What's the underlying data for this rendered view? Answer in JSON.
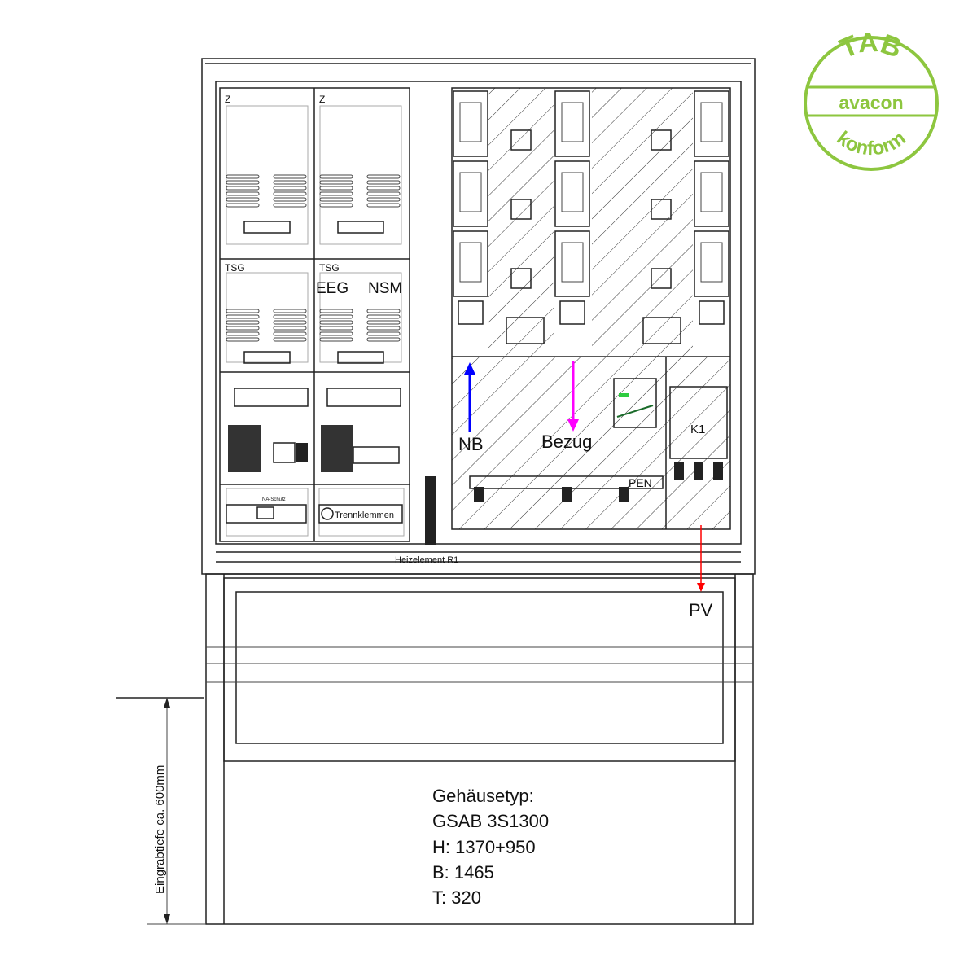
{
  "labels": {
    "meter_z_left": "Z",
    "meter_z_right": "Z",
    "tsg_left": "TSG",
    "tsg_right": "TSG",
    "eeg": "EEG",
    "nsm": "NSM",
    "na_schutz": "NA-Schutz",
    "trennklemmen": "Trennklemmen",
    "nb": "NB",
    "bezug": "Bezug",
    "pen": "PEN",
    "k1": "K1",
    "heizelement": "Heizelement R1",
    "pv": "PV",
    "depth": "Eingrabtiefe ca. 600mm"
  },
  "specs": {
    "title": "Gehäusetyp:",
    "type": "GSAB 3S1300",
    "height": "H: 1370+950",
    "width": "B: 1465",
    "depth": "T: 320"
  },
  "logo": {
    "top": "TAB",
    "middle": "avacon",
    "bottom": "konform",
    "color": "#8dc63f"
  },
  "colors": {
    "nb_arrow": "#0000ff",
    "bezug_arrow": "#ff00ff",
    "pv_arrow": "#ff0000"
  }
}
